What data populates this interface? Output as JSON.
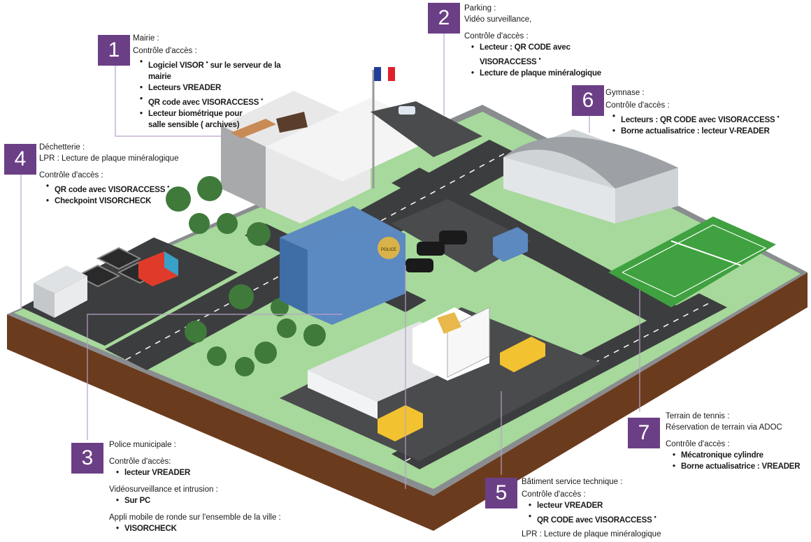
{
  "callouts": {
    "c1": {
      "number": "1",
      "title": "Mairie :",
      "subtitle": "Contrôle d'accès :",
      "items": [
        "Logiciel VISOR",
        "Lecteurs VREADER",
        "QR code avec VISORACCESS",
        "Lecteur biométrique pour salle sensible ( archives)"
      ],
      "item0_suffix": "sur le serveur de la mairie"
    },
    "c2": {
      "number": "2",
      "title": "Parking :",
      "line1": "Vidéo surveillance,",
      "subtitle": "Contrôle d'accès :",
      "items": [
        "Lecteur : QR CODE avec VISORACCESS",
        "Lecture de plaque minéralogique"
      ]
    },
    "c3": {
      "number": "3",
      "title": "Police municipale :",
      "subtitle": "Contrôle d'accès:",
      "items_a": [
        "lecteur VREADER"
      ],
      "section2": "Vidéosurveillance et intrusion :",
      "items_b": [
        "Sur PC"
      ],
      "section3": "Appli mobile de ronde sur l'ensemble de la ville :",
      "items_c": [
        "VISORCHECK"
      ]
    },
    "c4": {
      "number": "4",
      "title": "Déchetterie :",
      "line1": "LPR : Lecture de plaque minéralogique",
      "subtitle": "Contrôle d'accès :",
      "items": [
        "QR code avec VISORACCESS",
        "Checkpoint VISORCHECK"
      ]
    },
    "c5": {
      "number": "5",
      "title": "Bâtiment service technique :",
      "subtitle": "Contrôle d'accès :",
      "items": [
        "lecteur VREADER",
        "QR CODE avec VISORACCESS"
      ],
      "footer": "LPR : Lecture de plaque minéralogique"
    },
    "c6": {
      "number": "6",
      "title": "Gymnase :",
      "subtitle": "Contrôle d'accès :",
      "items": [
        "Lecteurs : QR CODE avec VISORACCESS",
        "Borne actualisatrice : lecteur V-READER"
      ]
    },
    "c7": {
      "number": "7",
      "title": "Terrain de tennis :",
      "line1": "Réservation de terrain via ADOC",
      "subtitle": "Contrôle d'accès :",
      "items": [
        "Mécatronique cylindre",
        "Borne actualisatrice : VREADER"
      ]
    }
  },
  "police_badge_text": "POLICE",
  "colors": {
    "accent": "#6b3f86",
    "grass": "#a6d99b",
    "road": "#3c3d3f",
    "ground": "#6b3b1e",
    "police_building": "#4f7fb8",
    "tennis_court": "#3fa13f",
    "flag_blue": "#1f3d99",
    "flag_red": "#e0202a"
  }
}
